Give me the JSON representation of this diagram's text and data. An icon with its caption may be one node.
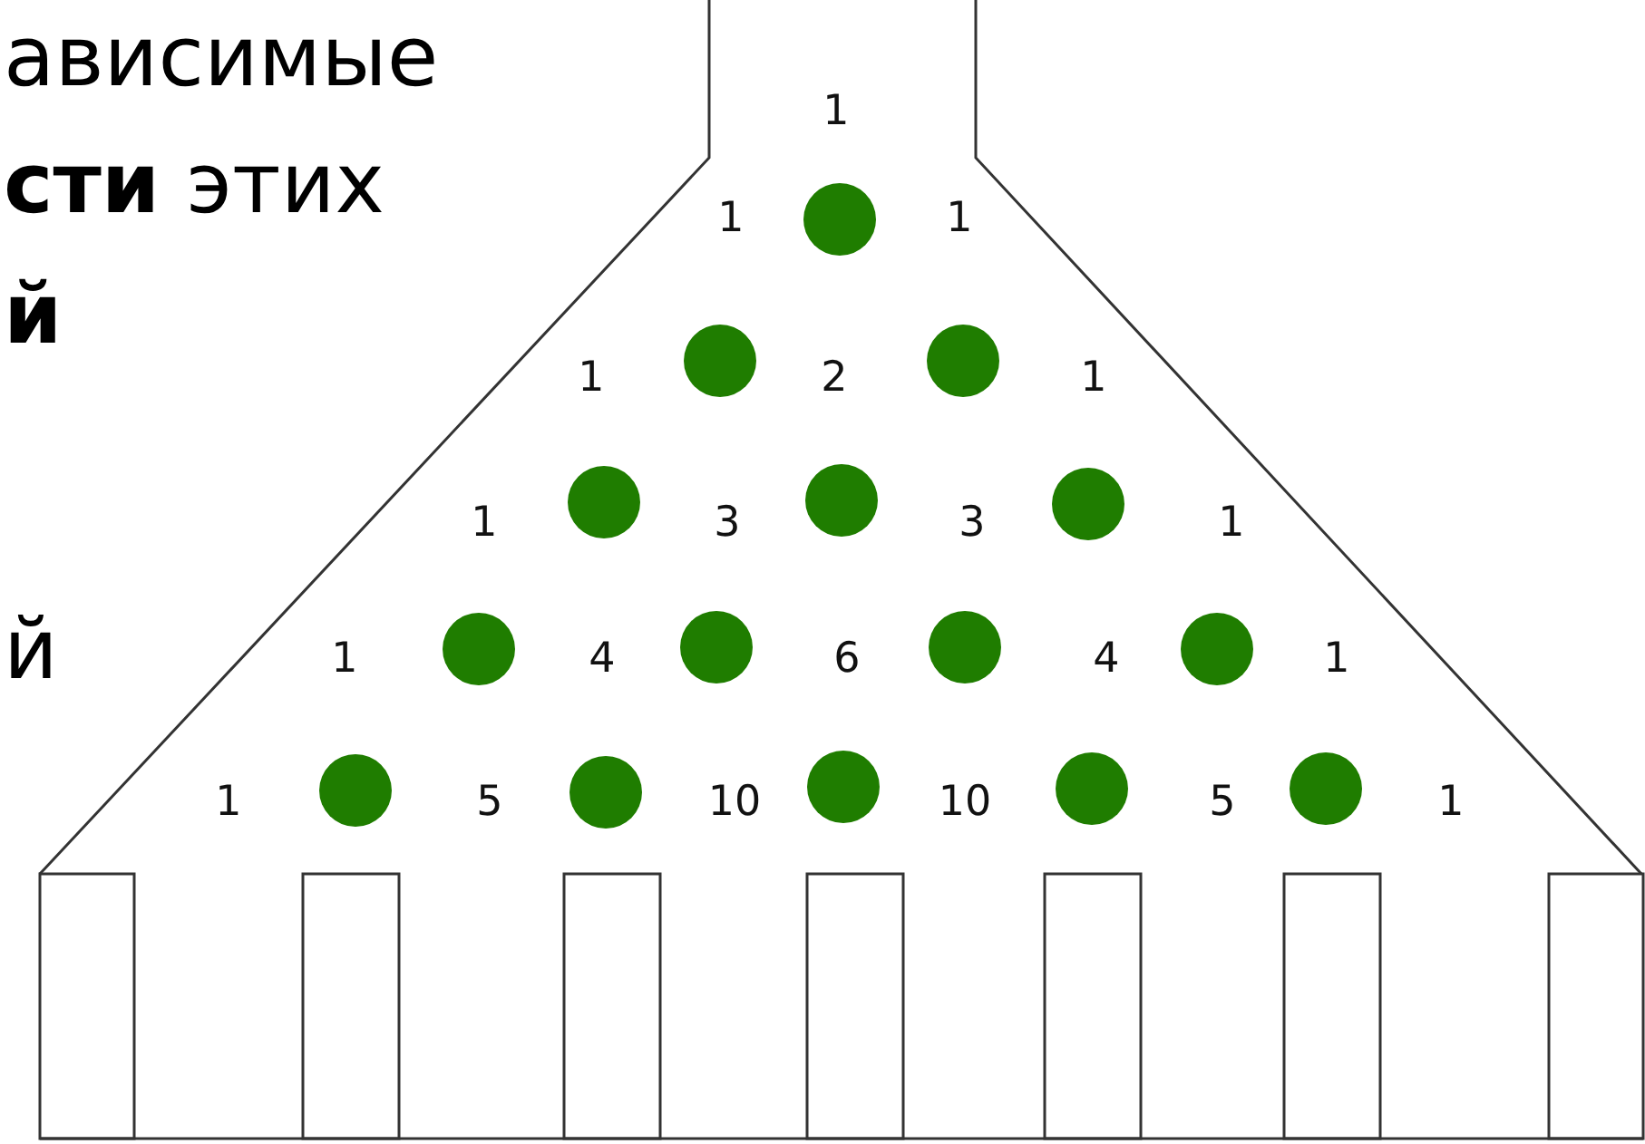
{
  "diagram": {
    "labels": [
      "ависимые",
      "**сти** этих",
      "й",
      "й",
      "1",
      "1",
      "1",
      "1",
      "2",
      "1",
      "1",
      "3",
      "3",
      "1",
      "1",
      "4",
      "6",
      "4",
      "1",
      "1",
      "5",
      "10",
      "10",
      "5",
      "1"
    ]
  }
}
